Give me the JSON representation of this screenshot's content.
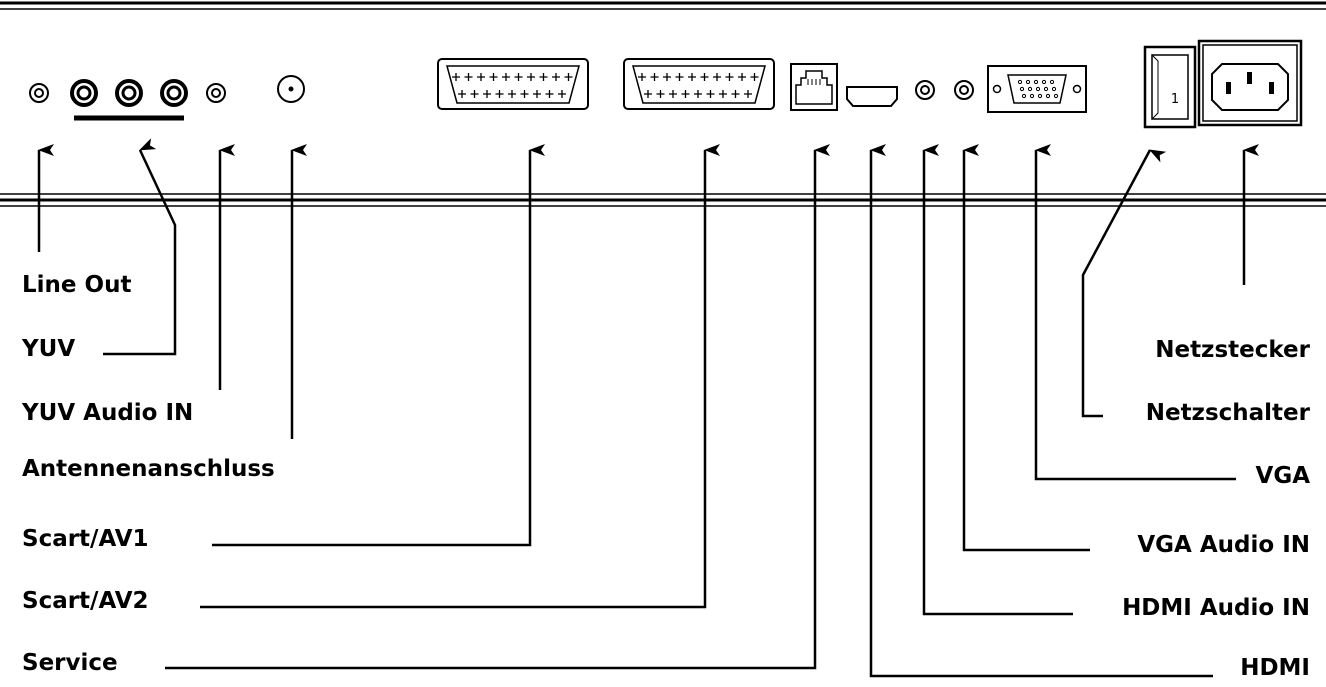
{
  "labels": {
    "line_out": "Line Out",
    "yuv": "YUV",
    "yuv_audio_in": "YUV Audio IN",
    "antenna": "Antennenanschluss",
    "scart_av1": "Scart/AV1",
    "scart_av2": "Scart/AV2",
    "service": "Service",
    "power_plug": "Netzstecker",
    "power_switch": "Netzschalter",
    "vga": "VGA",
    "vga_audio_in": "VGA Audio IN",
    "hdmi_audio_in": "HDMI Audio IN",
    "hdmi": "HDMI"
  },
  "switch_mark": "1",
  "colors": {
    "ink": "#000000",
    "background": "#ffffff"
  }
}
